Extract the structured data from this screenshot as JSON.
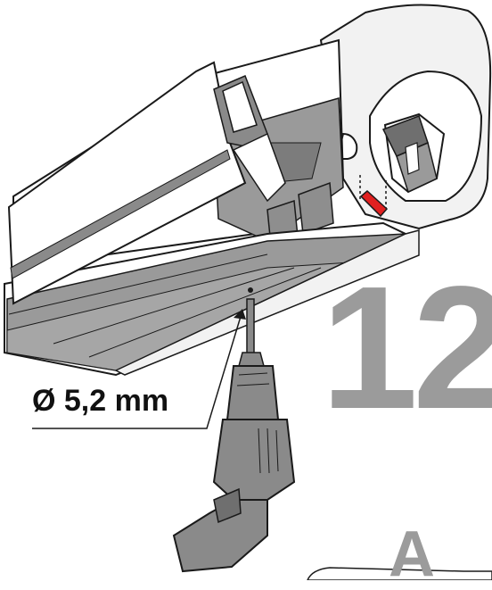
{
  "figure": {
    "step_number": "12",
    "hole_diameter_label": "Ø 5,2 mm",
    "sub_label": "A"
  },
  "colors": {
    "outline": "#1a1a1a",
    "light_fill": "#ffffff",
    "end_cap_fill": "#f2f2f2",
    "interior_fill": "#9a9a9a",
    "dark_fill": "#6f6f6f",
    "drill_fill": "#8a8a8a",
    "marker_red": "#e02020",
    "step_gray": "#9b9b9b"
  }
}
